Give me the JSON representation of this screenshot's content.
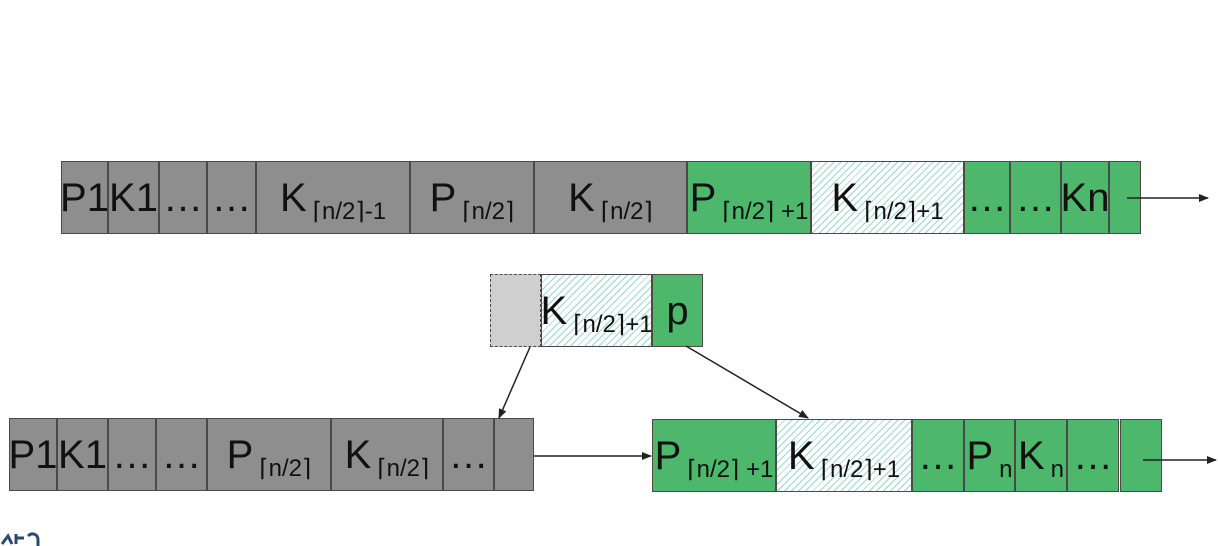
{
  "rows": {
    "top": [
      {
        "main": "P1",
        "sub": "",
        "color": "gray"
      },
      {
        "main": "K1",
        "sub": "",
        "color": "gray"
      },
      {
        "main": "…",
        "sub": "",
        "color": "gray"
      },
      {
        "main": "…",
        "sub": "",
        "color": "gray"
      },
      {
        "main": "K",
        "sub": "⌈n/2⌉-1",
        "color": "gray"
      },
      {
        "main": "P",
        "sub": "⌈n/2⌉",
        "color": "gray"
      },
      {
        "main": "K",
        "sub": "⌈n/2⌉",
        "color": "gray"
      },
      {
        "main": "P",
        "sub": "⌈n/2⌉ +1",
        "color": "green"
      },
      {
        "main": "K",
        "sub": "⌈n/2⌉+1",
        "color": "hatch"
      },
      {
        "main": "…",
        "sub": "",
        "color": "green"
      },
      {
        "main": "…",
        "sub": "",
        "color": "green"
      },
      {
        "main": "Kn",
        "sub": "",
        "color": "green"
      },
      {
        "main": "",
        "sub": "",
        "color": "green"
      }
    ],
    "middle": [
      {
        "main": "",
        "sub": "",
        "color": "light"
      },
      {
        "main": "K",
        "sub": "⌈n/2⌉+1",
        "color": "hatch"
      },
      {
        "main": "p",
        "sub": "",
        "color": "green"
      }
    ],
    "bottom_left": [
      {
        "main": "P1",
        "sub": "",
        "color": "gray"
      },
      {
        "main": "K1",
        "sub": "",
        "color": "gray"
      },
      {
        "main": "…",
        "sub": "",
        "color": "gray"
      },
      {
        "main": "…",
        "sub": "",
        "color": "gray"
      },
      {
        "main": "P",
        "sub": "⌈n/2⌉",
        "color": "gray"
      },
      {
        "main": "K",
        "sub": "⌈n/2⌉",
        "color": "gray"
      },
      {
        "main": "…",
        "sub": "",
        "color": "gray"
      },
      {
        "main": "",
        "sub": "",
        "color": "gray"
      }
    ],
    "bottom_right": [
      {
        "main": "P",
        "sub": "⌈n/2⌉ +1",
        "color": "green"
      },
      {
        "main": "K",
        "sub": "⌈n/2⌉+1",
        "color": "hatch"
      },
      {
        "main": "…",
        "sub": "",
        "color": "green"
      },
      {
        "main": "P",
        "sub": "n",
        "color": "green"
      },
      {
        "main": "K",
        "sub": "n",
        "color": "green"
      },
      {
        "main": "…",
        "sub": "",
        "color": "green"
      },
      {
        "main": "",
        "sub": "",
        "color": "green"
      }
    ]
  },
  "colors": {
    "gray": "#8e8e8e",
    "green": "#4db86c",
    "hatch": "#46b996",
    "light": "#cfcfcf",
    "line": "#222222"
  }
}
